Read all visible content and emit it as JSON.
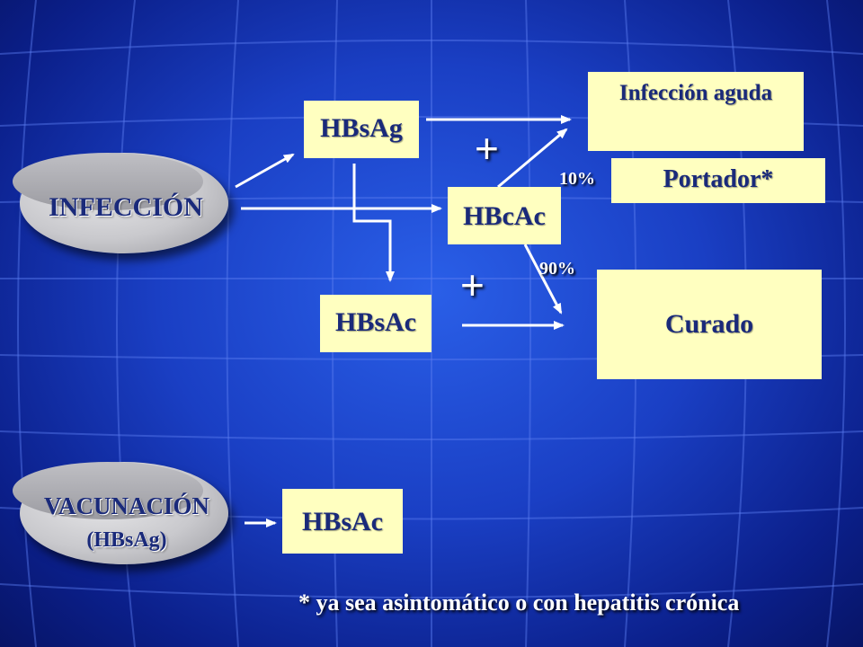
{
  "colors": {
    "box_fill": "#ffffc0",
    "box_text": "#1a2a7a",
    "background": "#1a3fc4",
    "arrow": "#ffffff"
  },
  "infeccion": {
    "label": "INFECCIÓN"
  },
  "vacunacion": {
    "label": "VACUNACIÓN",
    "sublabel": "(HBsAg)"
  },
  "boxes": {
    "hbsag": "HBsAg",
    "hbcac": "HBcAc",
    "hbsac": "HBsAc",
    "infeccion_aguda": "Infección aguda",
    "portador": "Portador*",
    "curado": "Curado",
    "vac_hbsac": "HBsAc"
  },
  "percentages": {
    "p10": "10%",
    "p90": "90%"
  },
  "plus_signs": {
    "top": "+",
    "bottom": "+"
  },
  "footnote": "* ya sea asintomático o con hepatitis crónica"
}
